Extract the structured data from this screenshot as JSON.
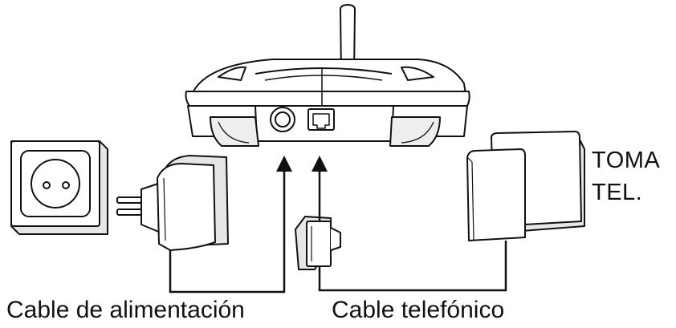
{
  "labels": {
    "wall_jack_line1": "TOMA",
    "wall_jack_line2": "TEL.",
    "power_cable": "Cable de alimentación",
    "phone_cable": "Cable telefónico"
  },
  "colors": {
    "line": "#111111",
    "fill": "#ffffff",
    "shade": "#d9d9d9"
  }
}
